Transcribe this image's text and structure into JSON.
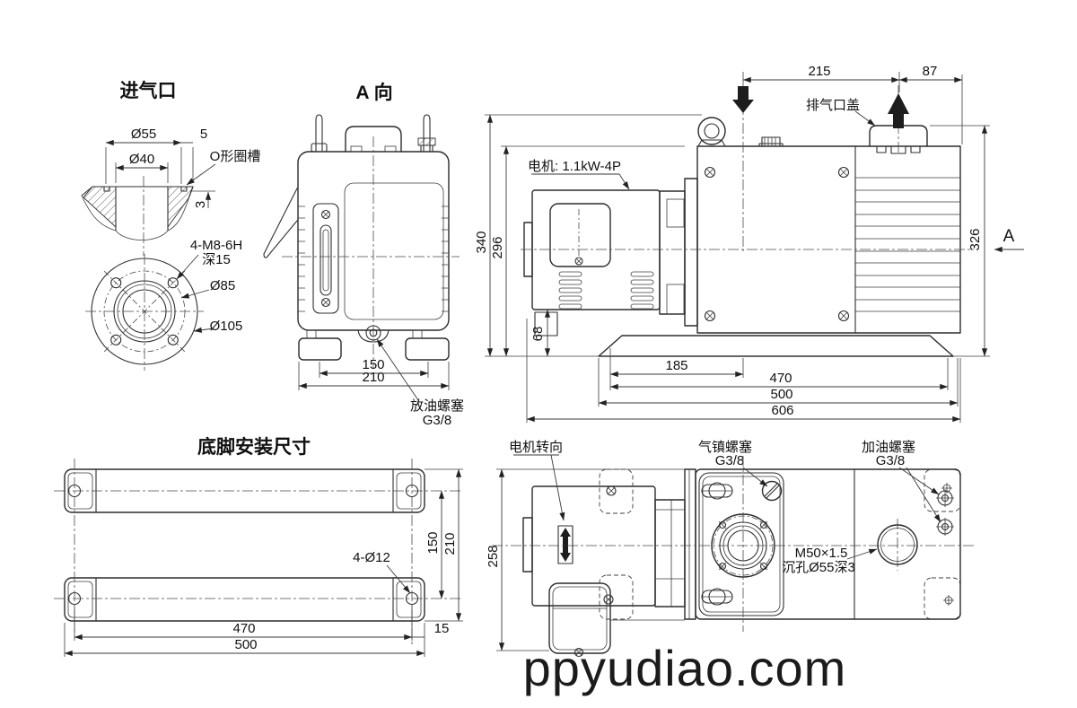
{
  "watermark": "ppyudiao.com",
  "inlet_detail": {
    "title": "进气口",
    "dim_d55": "Ø55",
    "dim_5": "5",
    "dim_d40": "Ø40",
    "label_oring_groove": "O形圈槽",
    "dim_3": "3",
    "label_bolts_line1": "4-M8-6H",
    "label_bolts_line2": "深15",
    "dim_d85": "Ø85",
    "dim_d105": "Ø105"
  },
  "view_a": {
    "title": "A 向",
    "dim_150": "150",
    "dim_210": "210",
    "label_drain_plug": "放油螺塞",
    "label_drain_thread": "G3/8"
  },
  "side_view": {
    "dim_215": "215",
    "dim_87": "87",
    "label_exhaust_cover": "排气口盖",
    "label_motor": "电机: 1.1kW-4P",
    "dim_340": "340",
    "dim_296": "296",
    "dim_68": "68",
    "dim_326": "326",
    "label_view_a": "A",
    "dim_185": "185",
    "dim_470": "470",
    "dim_500": "500",
    "dim_606": "606"
  },
  "base_view": {
    "title": "底脚安装尺寸",
    "dim_150": "150",
    "dim_210": "210",
    "label_holes": "4-Ø12",
    "dim_470": "470",
    "dim_500": "500",
    "dim_15": "15"
  },
  "top_view": {
    "label_motor_rotation": "电机转向",
    "label_gas_ballast": "气镇螺塞",
    "label_gas_ballast_thread": "G3/8",
    "label_oil_fill": "加油螺塞",
    "label_oil_fill_thread": "G3/8",
    "label_sight_line1": "M50×1.5",
    "label_sight_line2": "沉孔Ø55深3",
    "dim_258": "258"
  }
}
